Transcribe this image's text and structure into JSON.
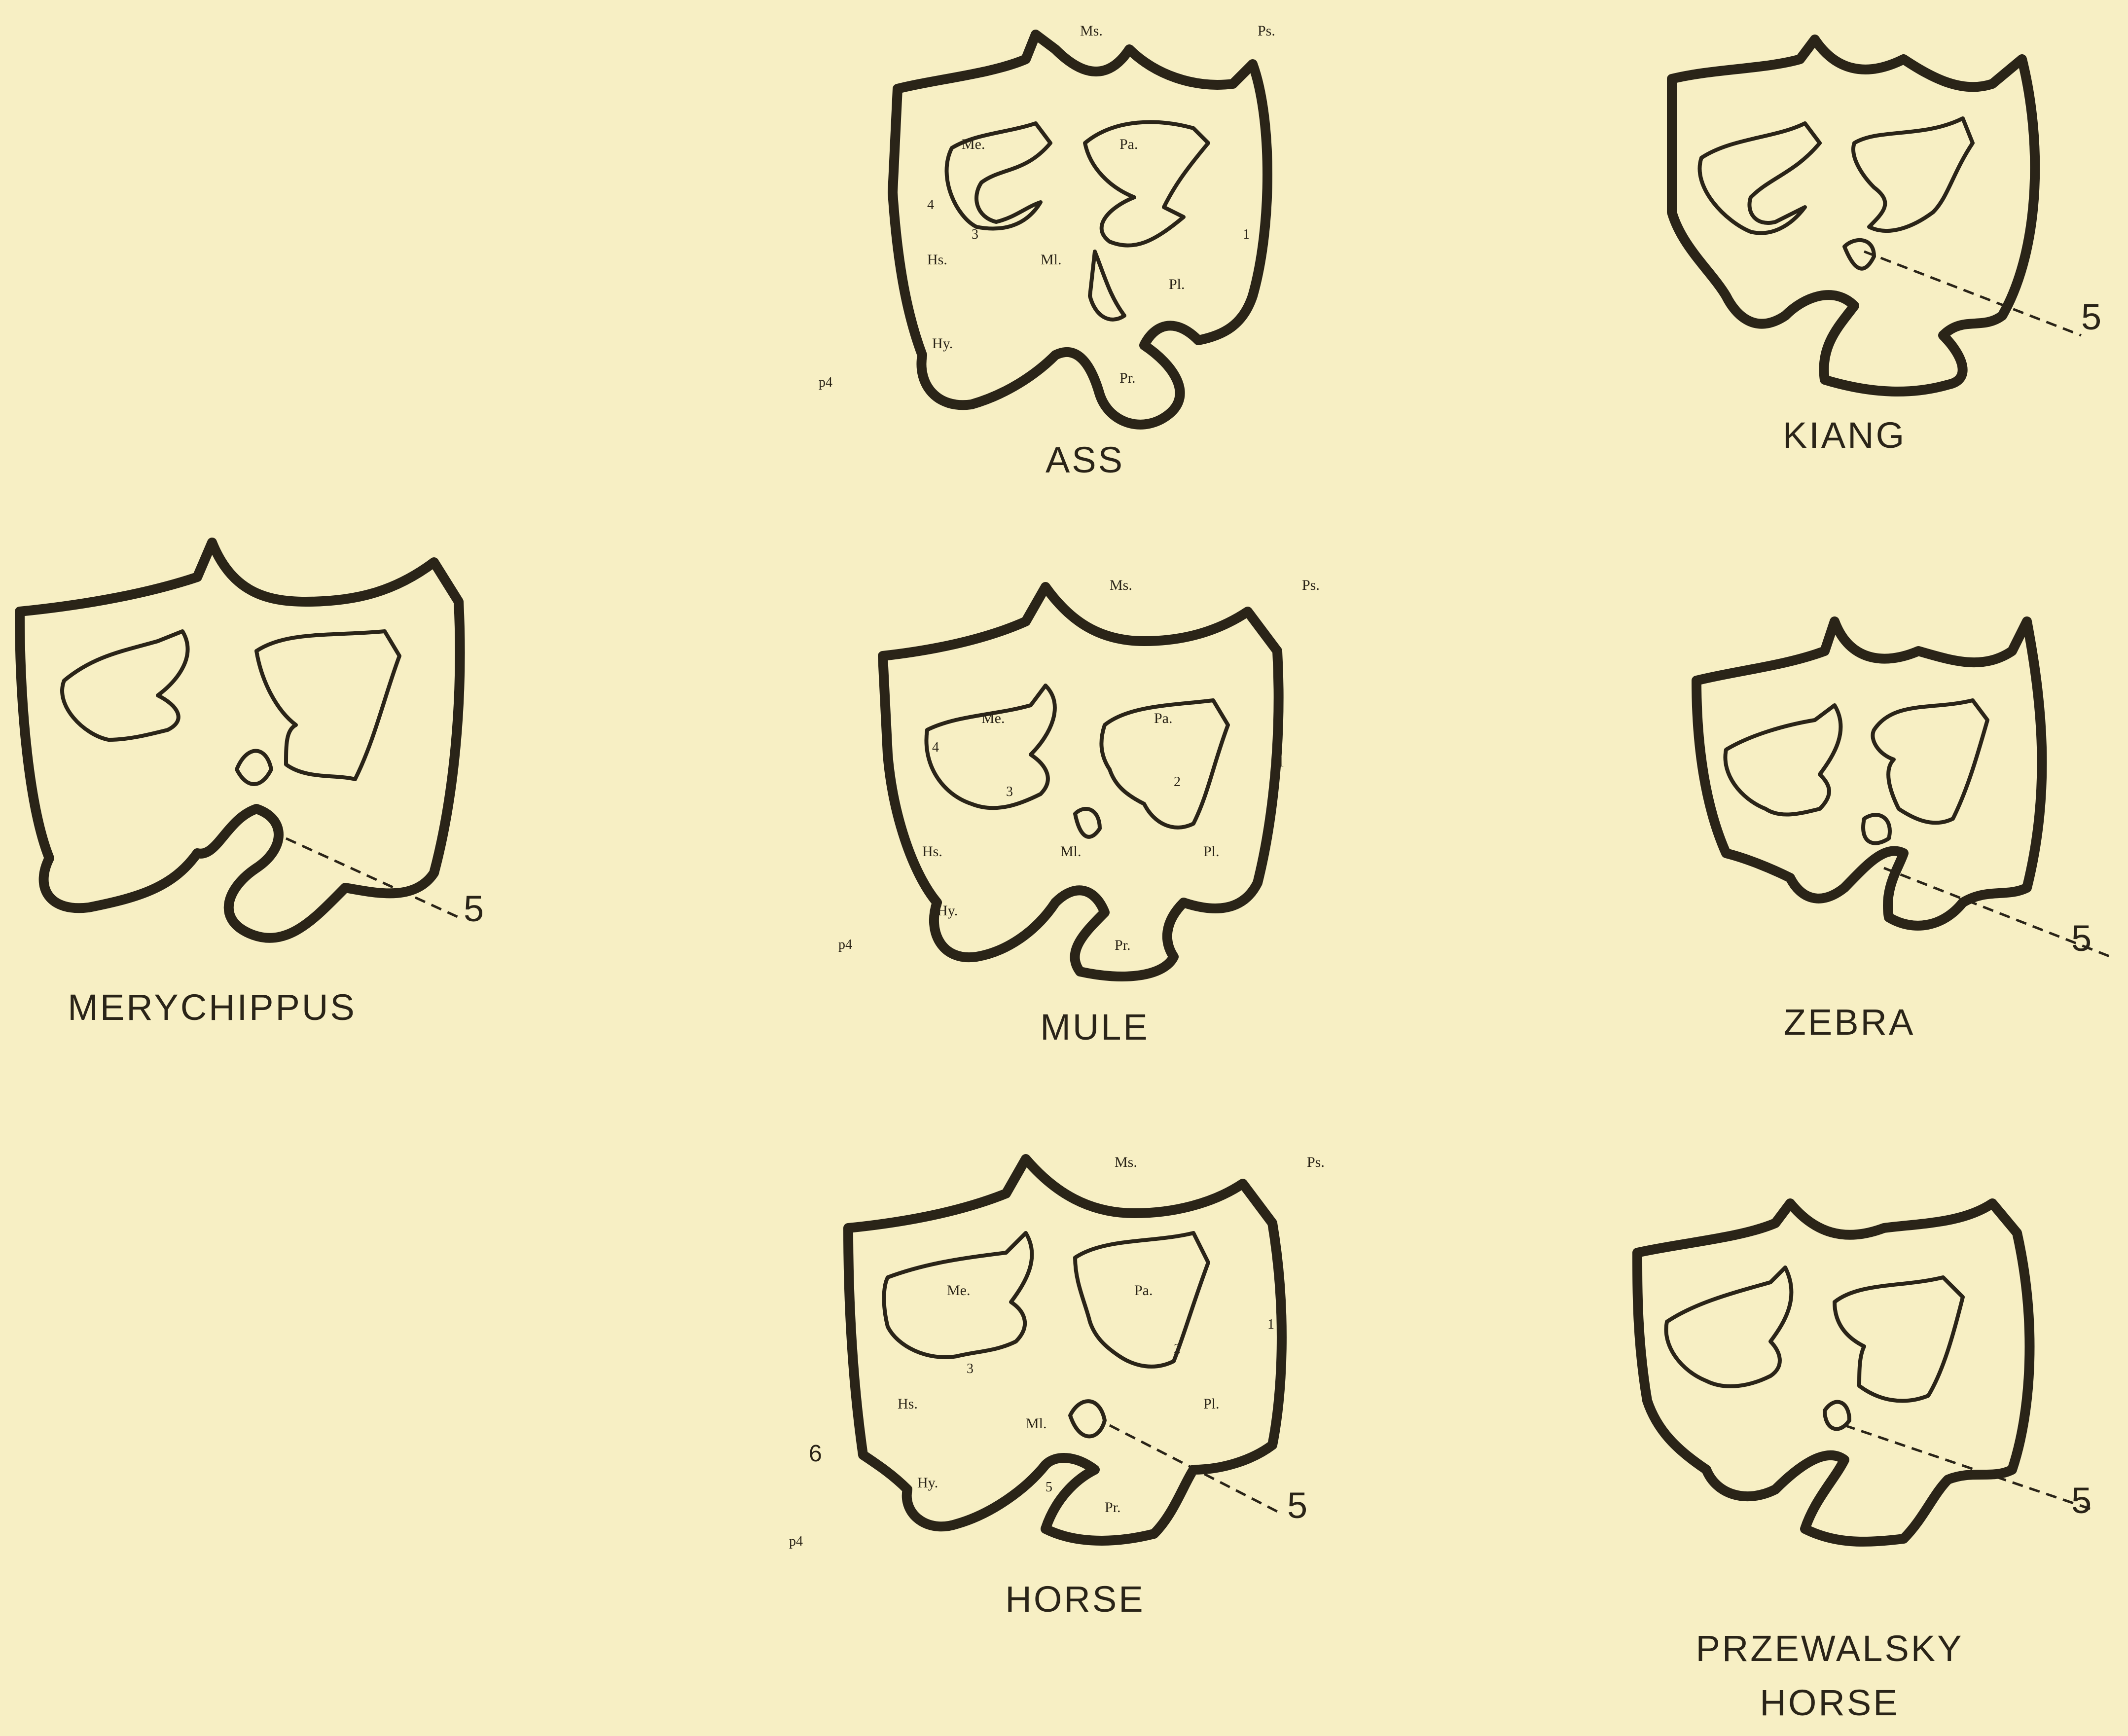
{
  "figure": {
    "specimens": [
      {
        "id": "ass",
        "caption": "ASS",
        "tooth_mark": "p4"
      },
      {
        "id": "kiang",
        "caption": "KIANG",
        "marker": "5"
      },
      {
        "id": "merychippus",
        "caption": "MERYCHIPPUS",
        "marker": "5"
      },
      {
        "id": "mule",
        "caption": "MULE",
        "tooth_mark": "p4"
      },
      {
        "id": "zebra",
        "caption": "ZEBRA",
        "marker": "5"
      },
      {
        "id": "horse",
        "caption": "HORSE",
        "tooth_mark": "p4",
        "marker": "5"
      },
      {
        "id": "przewalsky",
        "caption": "PRZEWALSKY\nHORSE",
        "caption_lines": [
          "PRZEWALSKY",
          "HORSE"
        ],
        "marker": "5"
      }
    ],
    "cusp_labels": {
      "ms": "Ms.",
      "ps": "Ps.",
      "me": "Me.",
      "pa": "Pa.",
      "hs": "Hs.",
      "ml": "Ml.",
      "pl": "Pl.",
      "hy": "Hy.",
      "pr": "Pr."
    },
    "fold_numbers": {
      "one": "1",
      "two": "2",
      "three": "3",
      "four": "4",
      "five": "5",
      "six": "6"
    }
  }
}
